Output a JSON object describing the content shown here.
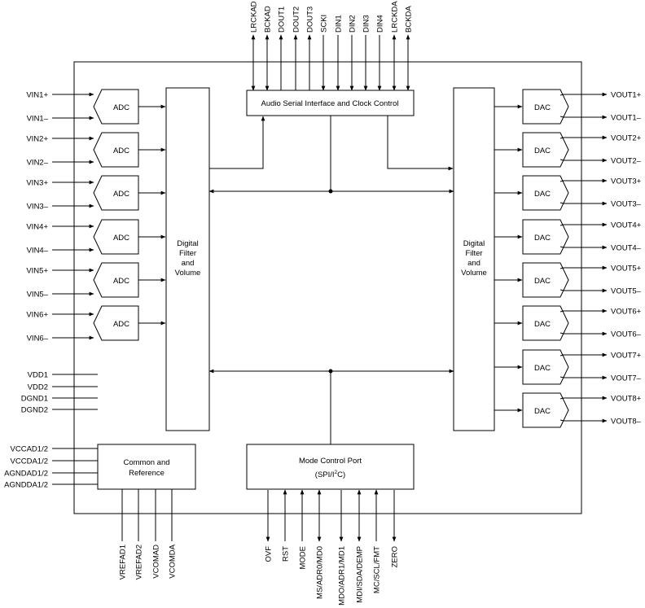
{
  "blocks": {
    "audio_serial": "Audio Serial Interface and Clock Control",
    "dfv_left": [
      "Digital",
      "Filter",
      "and",
      "Volume"
    ],
    "dfv_right": [
      "Digital",
      "Filter",
      "and",
      "Volume"
    ],
    "common_ref": [
      "Common and",
      "Reference"
    ],
    "mode_ctrl_title": "Mode Control Port",
    "mode_ctrl_sub_pre": "(SPI/I",
    "mode_ctrl_sub_sup": "2",
    "mode_ctrl_sub_post": "C)",
    "adc_label": "ADC",
    "dac_label": "DAC"
  },
  "top_pins": [
    "LRCKAD",
    "BCKAD",
    "DOUT1",
    "DOUT2",
    "DOUT3",
    "SCKI",
    "DIN1",
    "DIN2",
    "DIN3",
    "DIN4",
    "LRCKDA",
    "BCKDA"
  ],
  "left_inputs": [
    "VIN1+",
    "VIN1–",
    "VIN2+",
    "VIN2–",
    "VIN3+",
    "VIN3–",
    "VIN4+",
    "VIN4–",
    "VIN5+",
    "VIN5–",
    "VIN6+",
    "VIN6–"
  ],
  "right_outputs": [
    "VOUT1+",
    "VOUT1–",
    "VOUT2+",
    "VOUT2–",
    "VOUT3+",
    "VOUT3–",
    "VOUT4+",
    "VOUT4–",
    "VOUT5+",
    "VOUT5–",
    "VOUT6+",
    "VOUT6–",
    "VOUT7+",
    "VOUT7–",
    "VOUT8+",
    "VOUT8–"
  ],
  "power_pins": [
    "VDD1",
    "VDD2",
    "DGND1",
    "DGND2"
  ],
  "ref_pins": [
    "VCCAD1/2",
    "VCCDA1/2",
    "AGNDAD1/2",
    "AGNDDA1/2"
  ],
  "bottom_ref_pins": [
    "VREFAD1",
    "VREFAD2",
    "VCOMAD",
    "VCOMDA"
  ],
  "bottom_ctrl_pins": [
    "OVF",
    "RST",
    "MODE",
    "MS/ADR0/MD0",
    "MDO/ADR1/MD1",
    "MDI/SDA/DEMP",
    "MC/SCL/FMT",
    "ZERO"
  ]
}
